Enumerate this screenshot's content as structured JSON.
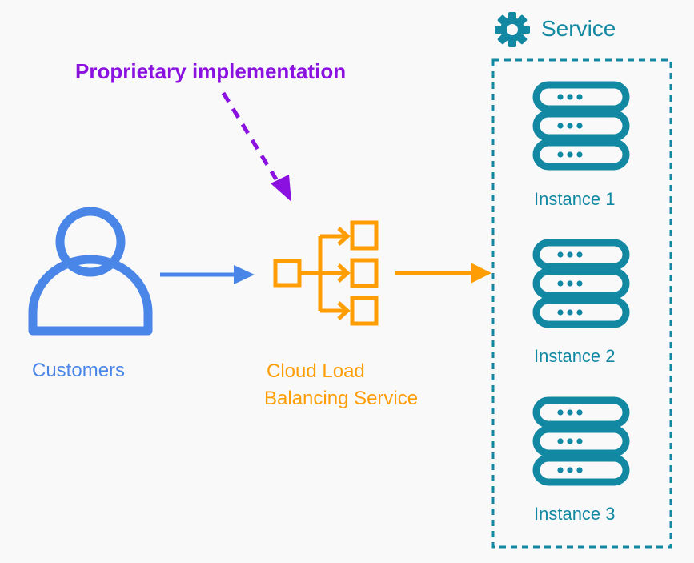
{
  "colors": {
    "background": "#f9f9fa",
    "customer": "#4a86e8",
    "load_balancer": "#ff9d05",
    "service": "#1288a3",
    "annotation": "#8a11e0"
  },
  "annotation": {
    "label": "Proprietary implementation",
    "arrow_style": "dashed"
  },
  "customers": {
    "label": "Customers",
    "icon": "user-icon"
  },
  "load_balancer": {
    "label_line1": "Cloud Load",
    "label_line2": "Balancing Service",
    "icon": "load-balancer-icon"
  },
  "service": {
    "title": "Service",
    "icon": "gear-icon",
    "border_style": "dashed",
    "instances": [
      {
        "label": "Instance 1",
        "icon": "server-icon"
      },
      {
        "label": "Instance 2",
        "icon": "server-icon"
      },
      {
        "label": "Instance 3",
        "icon": "server-icon"
      }
    ]
  },
  "connections": [
    {
      "from": "Customers",
      "to": "Cloud Load Balancing Service"
    },
    {
      "from": "Cloud Load Balancing Service",
      "to": "Service"
    }
  ]
}
